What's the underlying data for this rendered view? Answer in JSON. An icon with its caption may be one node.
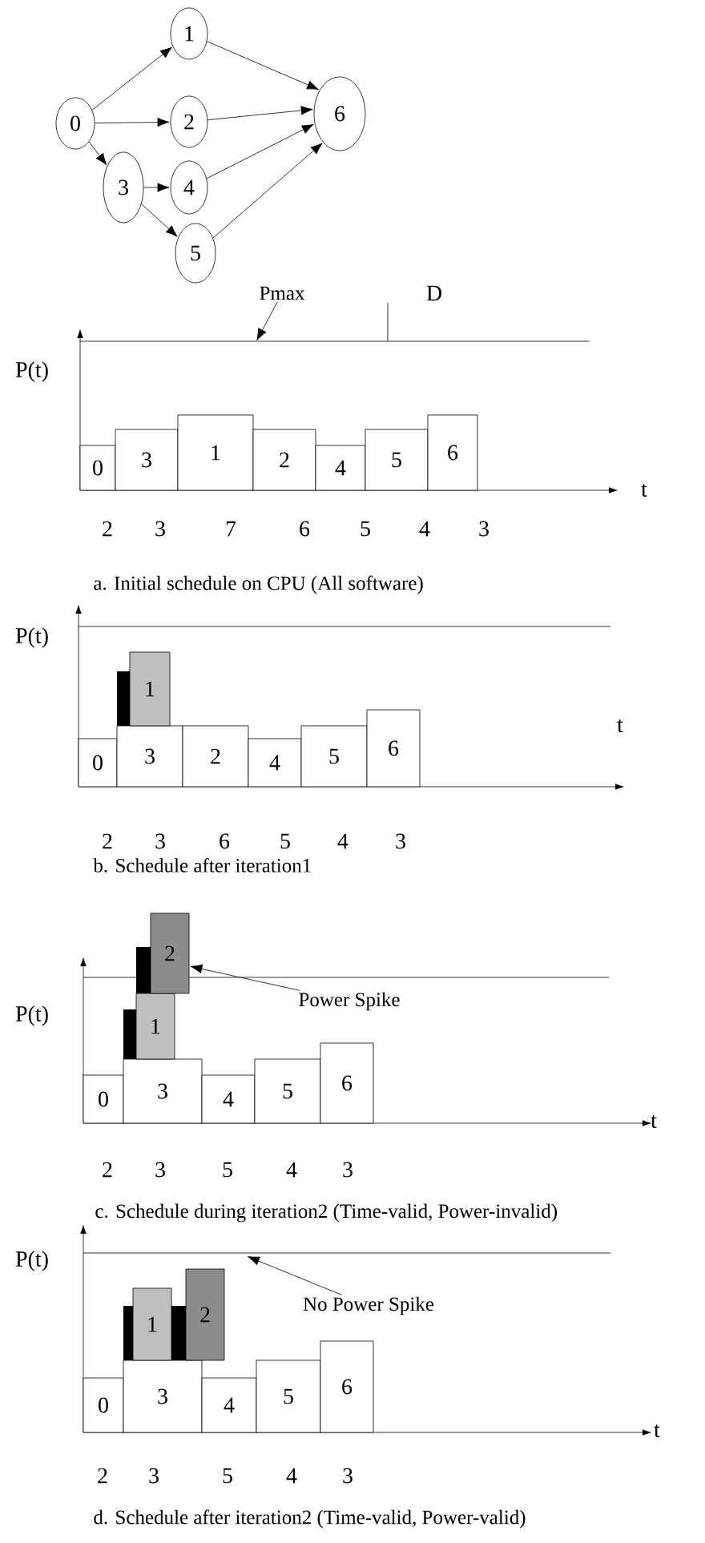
{
  "diagram": {
    "nodes": [
      {
        "text": [
          "0"
        ]
      },
      {
        "text": [
          "1"
        ]
      },
      {
        "text": [
          "2"
        ]
      },
      {
        "text": [
          "3"
        ]
      },
      {
        "text": [
          "4"
        ]
      },
      {
        "text": [
          "5"
        ]
      },
      {
        "text": [
          "6"
        ]
      },
      {
        "text": [
          "Pmax"
        ]
      },
      {
        "text": [
          "0"
        ]
      },
      {
        "text": [
          "3"
        ]
      },
      {
        "text": [
          "1"
        ]
      },
      {
        "text": [
          "2"
        ]
      },
      {
        "text": [
          "4"
        ]
      },
      {
        "text": [
          "5"
        ]
      },
      {
        "text": [
          "6"
        ]
      },
      {
        "text": [
          "0"
        ]
      },
      {
        "text": [
          "3"
        ]
      },
      {
        "text": [
          "1"
        ]
      },
      {
        "text": [
          "2"
        ]
      },
      {
        "text": [
          "4"
        ]
      },
      {
        "text": [
          "5"
        ]
      },
      {
        "text": [
          "6"
        ]
      },
      {
        "text": [
          "0"
        ]
      },
      {
        "text": [
          "3"
        ]
      },
      {
        "text": [
          "1"
        ]
      },
      {
        "text": [
          "2"
        ]
      },
      {
        "text": [
          "4"
        ]
      },
      {
        "text": [
          "5"
        ]
      },
      {
        "text": [
          "6"
        ]
      },
      {
        "text": [
          "Power Spike"
        ]
      },
      {
        "text": [
          "0"
        ]
      },
      {
        "text": [
          "3"
        ]
      },
      {
        "text": [
          "1"
        ]
      },
      {
        "text": [
          "2"
        ]
      },
      {
        "text": [
          "4"
        ]
      },
      {
        "text": [
          "5"
        ]
      },
      {
        "text": [
          "6"
        ]
      },
      {
        "text": [
          "No Power Spike"
        ]
      }
    ],
    "edges": [
      {
        "from": 0,
        "to": 1,
        "arrow": "to"
      },
      {
        "from": 0,
        "to": 2,
        "arrow": "to"
      },
      {
        "from": 0,
        "to": 3,
        "arrow": "to"
      },
      {
        "from": 3,
        "to": 4,
        "arrow": "to"
      },
      {
        "from": 3,
        "to": 5,
        "arrow": "to"
      },
      {
        "from": 1,
        "to": 6,
        "arrow": "to"
      },
      {
        "from": 2,
        "to": 6,
        "arrow": "to"
      },
      {
        "from": 4,
        "to": 6,
        "arrow": "to"
      },
      {
        "from": 5,
        "to": 6,
        "arrow": "to"
      },
      {
        "from": 7,
        "to": null,
        "arrow": "to"
      },
      {
        "from": 29,
        "to": 25,
        "arrow": "to"
      },
      {
        "from": 37,
        "to": null,
        "arrow": "to"
      }
    ],
    "labels": [
      "D",
      "P(t)",
      "t",
      "2",
      "3",
      "7",
      "6",
      "5",
      "4",
      "3",
      "a. Initial schedule on CPU (All software)",
      "P(t)",
      "t",
      "2",
      "3",
      "6",
      "5",
      "4",
      "3",
      "b. Schedule after iteration1",
      "P(t)",
      "t",
      "2",
      "3",
      "5",
      "4",
      "3",
      "c. Schedule during iteration2 (Time-valid, Power-invalid)",
      "P(t)",
      "t",
      "2",
      "3",
      "5",
      "4",
      "3",
      "d. Schedule after iteration2 (Time-valid, Power-valid)"
    ]
  }
}
